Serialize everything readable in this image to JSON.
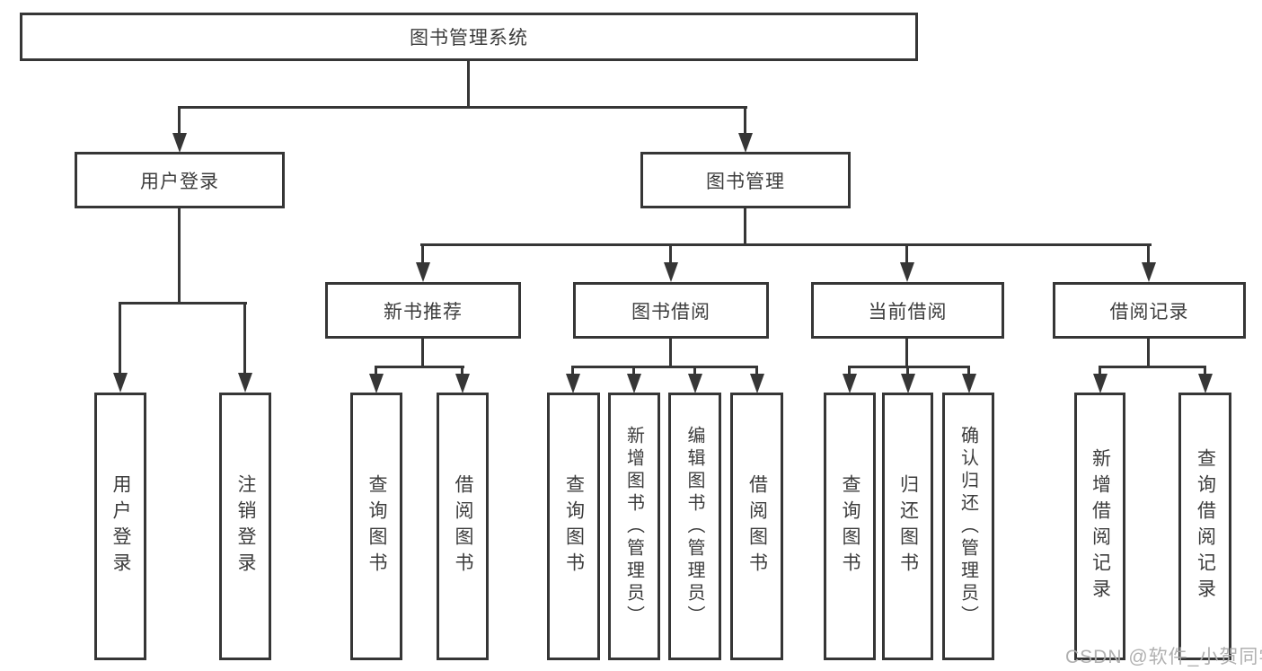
{
  "diagram": {
    "root": "图书管理系统",
    "level2": {
      "user_login": "用户登录",
      "book_management": "图书管理"
    },
    "level3": {
      "new_book": "新书推荐",
      "borrow": "图书借阅",
      "current": "当前借阅",
      "records": "借阅记录"
    },
    "leaves": {
      "user_login": [
        "用户登录",
        "注销登录"
      ],
      "new_book": [
        "查询图书",
        "借阅图书"
      ],
      "borrow": [
        "查询图书",
        "新增图书（管理员）",
        "编辑图书（管理员）",
        "借阅图书"
      ],
      "current": [
        "查询图书",
        "归还图书",
        "确认归还（管理员）"
      ],
      "records": [
        "新增借阅记录",
        "查询借阅记录"
      ]
    }
  },
  "watermark": "CSDN @软件_小贺同学",
  "colors": {
    "line": "#363636",
    "text": "#3c3c3c",
    "watermark": "#acacac",
    "background": "#ffffff"
  }
}
